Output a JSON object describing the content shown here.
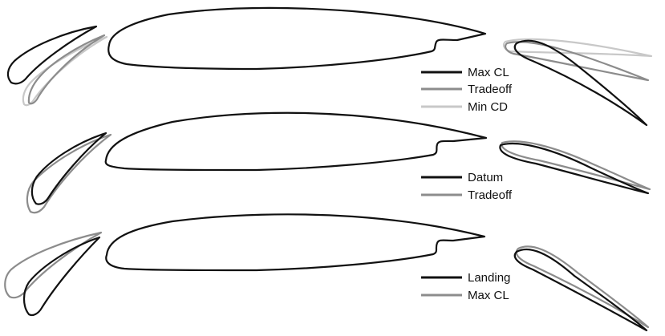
{
  "colors": {
    "black": "#111111",
    "mid_gray": "#8c8c8c",
    "light_gray": "#c8c8c8"
  },
  "panels": [
    {
      "name": "top",
      "legend": [
        {
          "label": "Max CL",
          "color": "#111111"
        },
        {
          "label": "Tradeoff",
          "color": "#8c8c8c"
        },
        {
          "label": "Min CD",
          "color": "#c8c8c8"
        }
      ]
    },
    {
      "name": "middle",
      "legend": [
        {
          "label": "Datum",
          "color": "#111111"
        },
        {
          "label": "Tradeoff",
          "color": "#8c8c8c"
        }
      ]
    },
    {
      "name": "bottom",
      "legend": [
        {
          "label": "Landing",
          "color": "#111111"
        },
        {
          "label": "Max CL",
          "color": "#8c8c8c"
        }
      ]
    }
  ]
}
